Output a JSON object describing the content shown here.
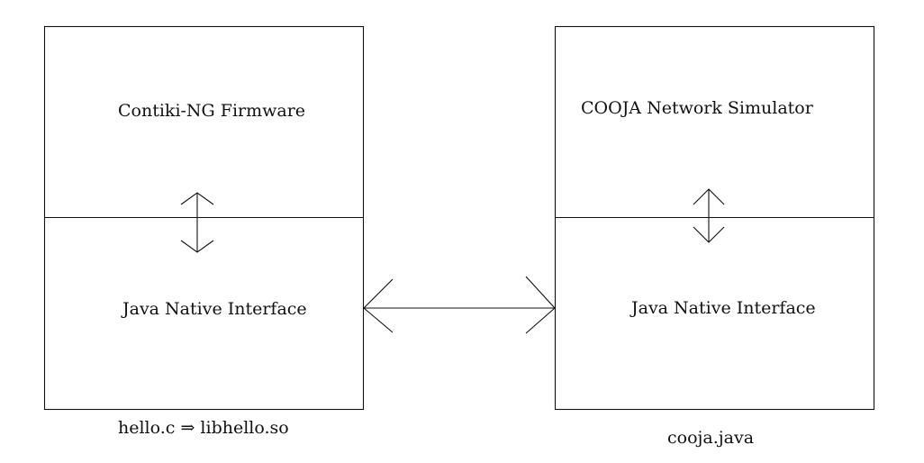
{
  "left_block": {
    "top_label": "Contiki-NG Firmware",
    "bottom_label": "Java Native Interface",
    "caption": "hello.c ⇒ libhello.so"
  },
  "right_block": {
    "top_label": "COOJA Network Simulator",
    "bottom_label": "Java Native Interface",
    "caption": "cooja.java"
  }
}
